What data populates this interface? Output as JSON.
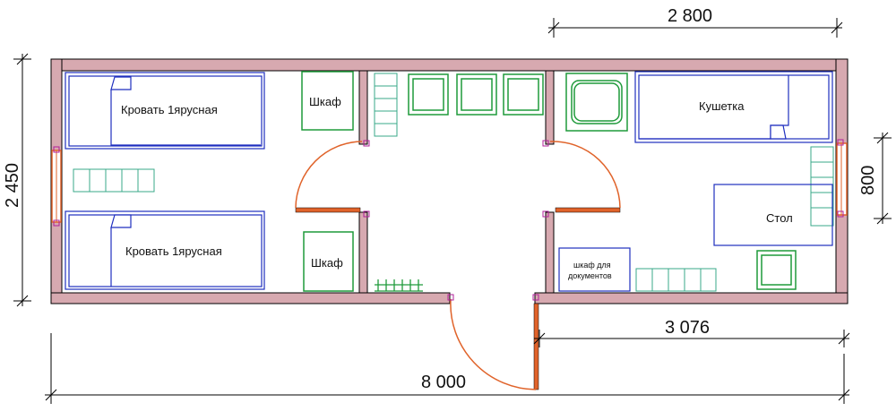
{
  "dimensions": {
    "top_width": "2 800",
    "left_height": "2 450",
    "right_window": "800",
    "bottom_right": "3 076",
    "total_length": "8 000"
  },
  "labels": {
    "bed_top": "Кровать 1ярусная",
    "bed_bottom": "Кровать 1ярусная",
    "wardrobe_top": "Шкаф",
    "wardrobe_bottom": "Шкаф",
    "couch": "Кушетка",
    "table": "Стол",
    "doc_cabinet_line1": "шкаф для",
    "doc_cabinet_line2": "документов"
  },
  "colors": {
    "wall_fill": "#d7a9b0",
    "wall_stroke": "#000000",
    "furniture_blue": "#1f2fbf",
    "furniture_green": "#1f9a3a",
    "radiator_teal": "#3aa98a",
    "door_orange": "#e0632a",
    "opening_magenta": "#b0209a"
  }
}
